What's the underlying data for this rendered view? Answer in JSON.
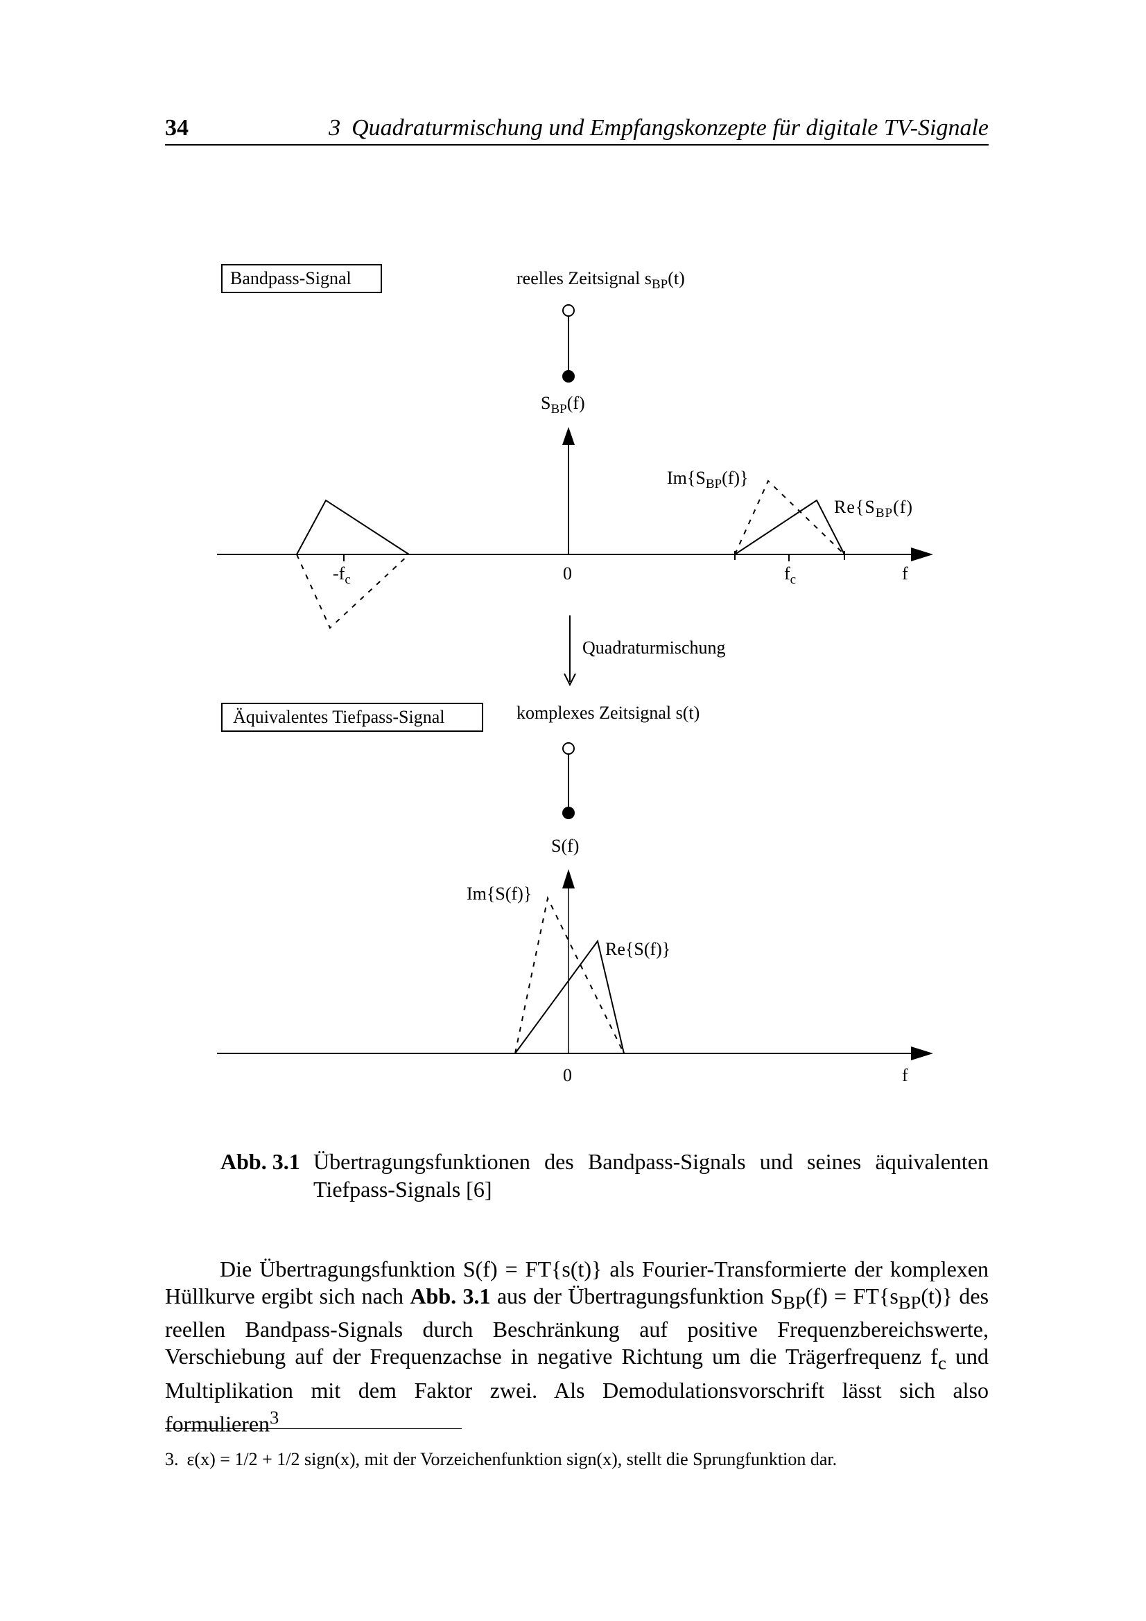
{
  "header": {
    "page_number": "34",
    "chapter_number": "3",
    "chapter_title": "Quadraturmischung und Empfangskonzepte für digitale TV-Signale"
  },
  "figure": {
    "top": {
      "box_label": "Bandpass-Signal",
      "signal_label": "reelles Zeitsignal s",
      "signal_sub": "BP",
      "signal_tail": "(t)",
      "spectrum_label": "S",
      "spectrum_sub": "BP",
      "spectrum_tail": "(f)",
      "im_label_pre": "Im{S",
      "im_label_sub": "BP",
      "im_label_post": "(f)}",
      "re_label_pre": "Re{S",
      "re_label_sub": "BP",
      "re_label_post": "(f)",
      "tick_neg_fc_pre": "-f",
      "tick_neg_fc_sub": "c",
      "tick_zero": "0",
      "tick_fc_pre": "f",
      "tick_fc_sub": "c",
      "axis_f": "f"
    },
    "mixing_label": "Quadraturmischung",
    "bottom": {
      "box_label": "Äquivalentes Tiefpass-Signal",
      "signal_label": "komplexes Zeitsignal s(t)",
      "spectrum_label": "S(f)",
      "im_label": "Im{S(f)}",
      "re_label": "Re{S(f)}",
      "tick_zero": "0",
      "axis_f": "f"
    }
  },
  "caption": {
    "label": "Abb. 3.1",
    "text": "Übertragungsfunktionen des Bandpass-Signals und seines äquivalenten Tiefpass-Signals [6]"
  },
  "body": {
    "line1": "Die Übertragungsfunktion S(f) = FT{s(t)} als Fourier-Transformierte der komplexen Hüllkurve ergibt sich nach ",
    "ref": "Abb. 3.1",
    "line2": " aus der Übertragungsfunktion S",
    "sub_bp1": "BP",
    "line3": "(f) = FT{s",
    "sub_bp2": "BP",
    "line4": "(t)} des reellen Bandpass-Signals durch Beschränkung auf positive Frequenzbereichswerte, Verschiebung auf der Frequenzachse in negative Richtung um die Trägerfrequenz f",
    "sub_c": "c",
    "line5": " und Multiplikation mit dem Faktor zwei. Als Demodulationsvorschrift lässt sich also formulieren",
    "sup_3": "3"
  },
  "footnote": {
    "mark": "3.",
    "text": "ε(x) = 1/2 + 1/2 sign(x), mit der Vorzeichenfunktion sign(x), stellt die Sprungfunktion dar."
  }
}
